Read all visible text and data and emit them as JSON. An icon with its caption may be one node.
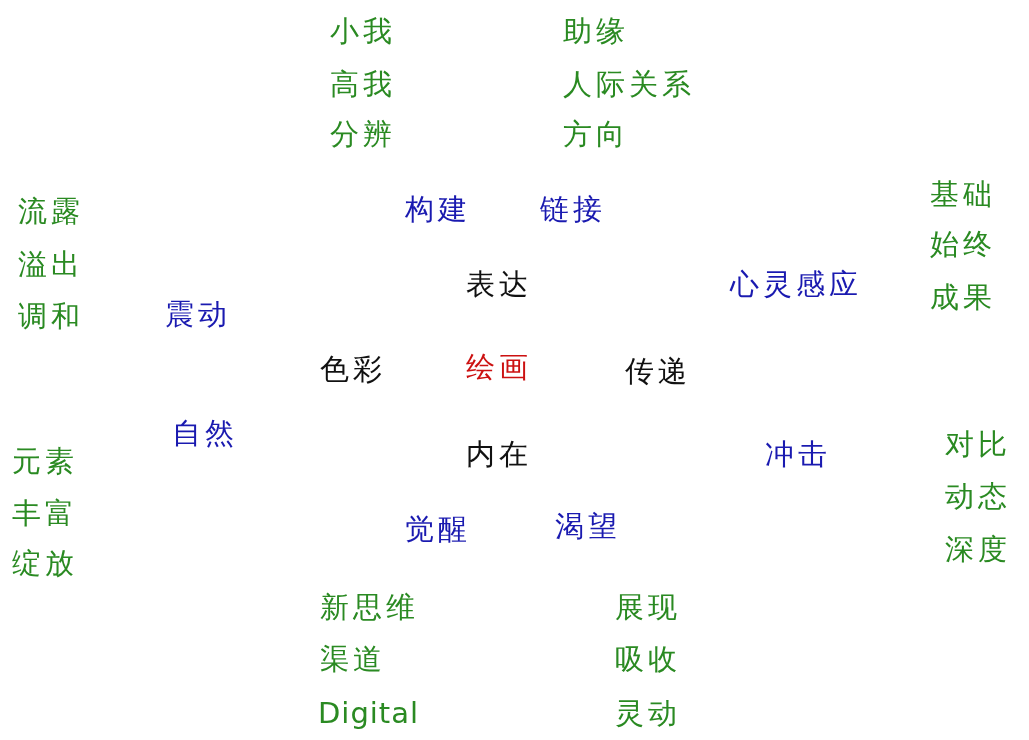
{
  "diagram": {
    "labels": [
      "小我",
      "助缘",
      "高我",
      "人际关系",
      "分辨",
      "方向",
      "基础",
      "流露",
      "构建",
      "链接",
      "始终",
      "溢出",
      "表达",
      "心灵感应",
      "成果",
      "调和",
      "震动",
      "色彩",
      "绘画",
      "传递",
      "自然",
      "元素",
      "内在",
      "冲击",
      "对比",
      "丰富",
      "动态",
      "觉醒",
      "渴望",
      "绽放",
      "深度",
      "新思维",
      "展现",
      "渠道",
      "吸收",
      "Digital",
      "灵动"
    ]
  }
}
